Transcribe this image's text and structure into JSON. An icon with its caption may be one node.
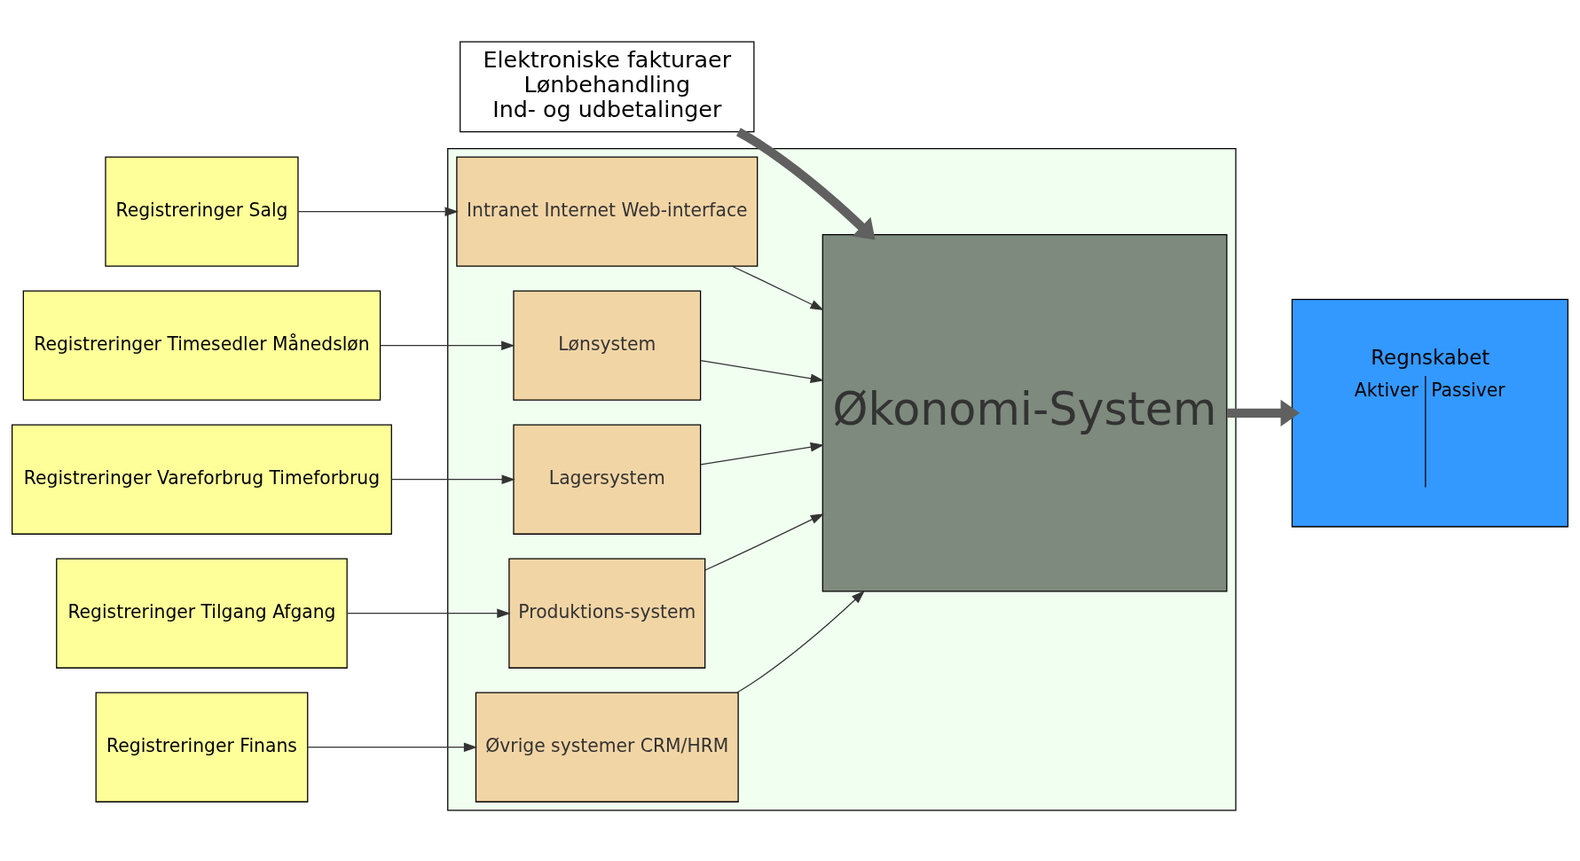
{
  "diagram": {
    "nodes": [
      {
        "text": [],
        "shape": "box"
      },
      {
        "text": [
          "Registreringer Salg"
        ]
      },
      {
        "text": [
          "Registreringer Timesedler Månedsløn"
        ]
      },
      {
        "text": [
          "Registreringer Vareforbrug Timeforbrug"
        ]
      },
      {
        "text": [
          "Registreringer Tilgang Afgang"
        ]
      },
      {
        "text": [
          "Registreringer Finans"
        ]
      },
      {
        "text": [
          "Intranet Internet Web-interface"
        ],
        "in": 0
      },
      {
        "text": [
          "Lønsystem"
        ],
        "in": 0
      },
      {
        "text": [
          "Lagersystem"
        ],
        "in": 0
      },
      {
        "text": [
          "Produktions-system"
        ],
        "in": 0
      },
      {
        "text": [
          "Øvrige systemer CRM/HRM"
        ],
        "in": 0
      },
      {
        "text": [
          "Økonomi-System"
        ],
        "in": 0
      },
      {
        "text": [
          "Elektroniske fakturaer",
          "Lønbehandling",
          "Ind- og udbetalinger"
        ]
      },
      {
        "text": [
          "Regnskabet",
          "Aktiver",
          "Passiver"
        ]
      }
    ],
    "edges": [
      {
        "from": 1,
        "to": 6,
        "arrow": "to"
      },
      {
        "from": 2,
        "to": 7,
        "arrow": "to"
      },
      {
        "from": 3,
        "to": 8,
        "arrow": "to"
      },
      {
        "from": 4,
        "to": 9,
        "arrow": "to"
      },
      {
        "from": 5,
        "to": 10,
        "arrow": "to"
      },
      {
        "from": 6,
        "to": 11,
        "arrow": "to"
      },
      {
        "from": 7,
        "to": 11,
        "arrow": "to"
      },
      {
        "from": 8,
        "to": 11,
        "arrow": "to"
      },
      {
        "from": 9,
        "to": 11,
        "arrow": "to"
      },
      {
        "from": 10,
        "to": 11,
        "arrow": "to"
      },
      {
        "from": 12,
        "to": 11,
        "arrow": "to",
        "style": "thick",
        "color": "#606060"
      },
      {
        "from": 11,
        "to": 13,
        "arrow": "to",
        "style": "thick",
        "color": "#606060"
      }
    ]
  }
}
